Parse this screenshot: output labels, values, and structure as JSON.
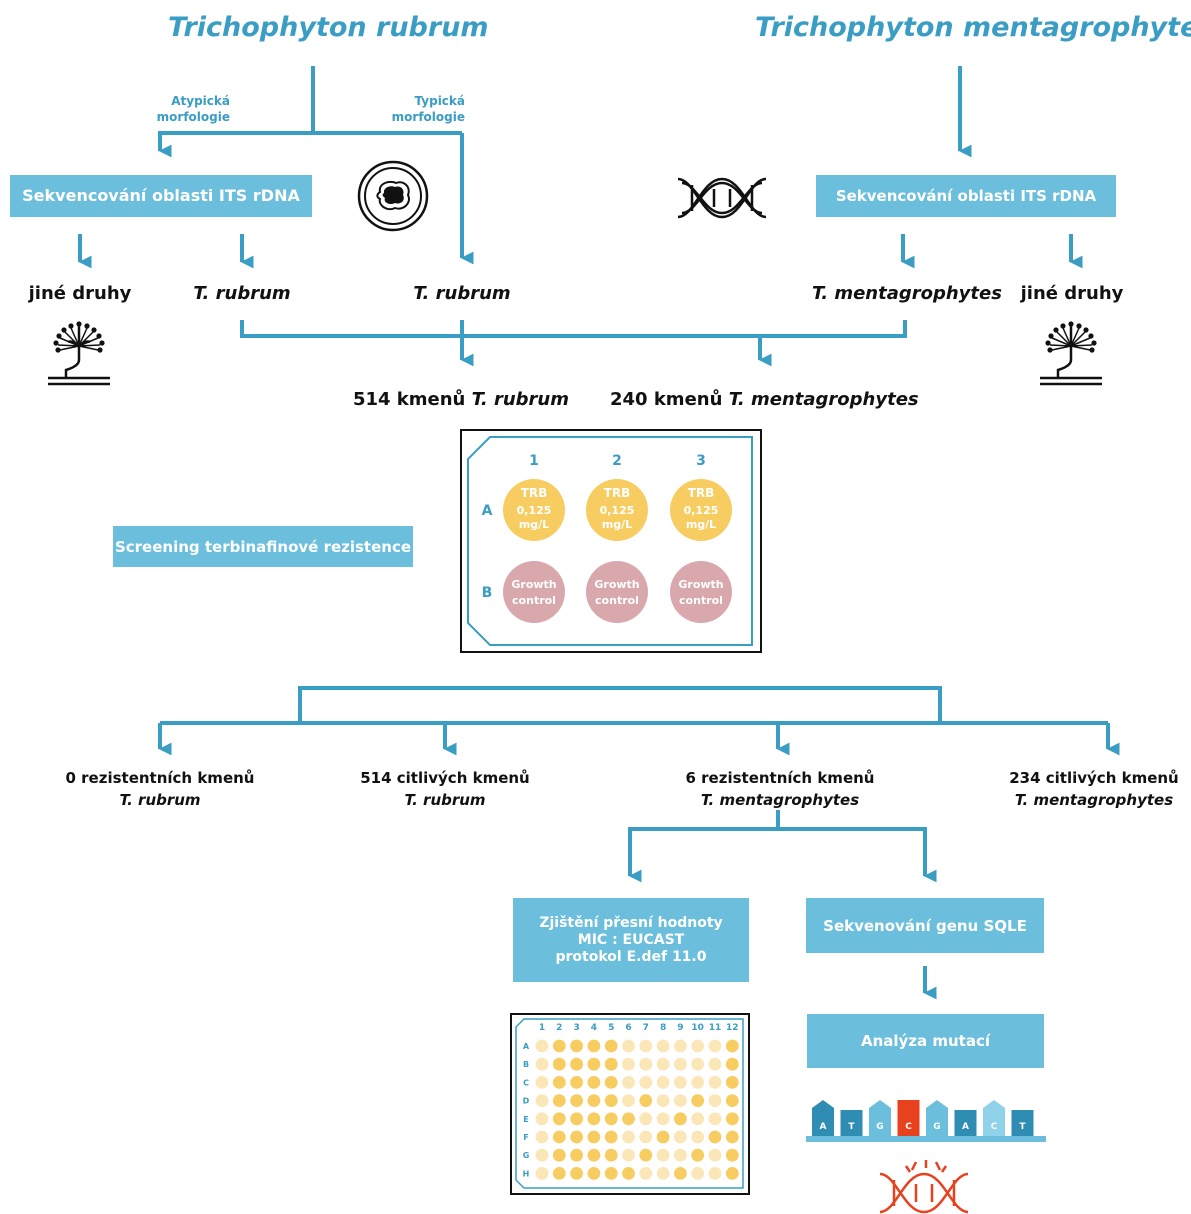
{
  "species": {
    "left": "Trichophyton rubrum",
    "right": "Trichophyton mentagrophytes"
  },
  "branch_labels": {
    "atypical": [
      "Atypická",
      "morfologie"
    ],
    "typical": [
      "Typická",
      "morfologie"
    ]
  },
  "boxes": {
    "its_left": "Sekvencování oblasti ITS rDNA",
    "its_right": "Sekvencování oblasti ITS rDNA",
    "screening": "Screening terbinafinové rezistence",
    "mic": [
      "Zjištění přesní hodnoty",
      "MIC : EUCAST",
      "protokol E.def 11.0"
    ],
    "sqle": "Sekvenování genu SQLE",
    "mutations": "Analýza mutací"
  },
  "identification": {
    "other_left": "jiné druhy",
    "rubrum_1": "T. rubrum",
    "rubrum_2": "T. rubrum",
    "menta": "T. mentagrophytes",
    "other_right": "jiné druhy"
  },
  "strain_counts": {
    "rubrum_prefix": "514 kmenů",
    "rubrum_species": "T. rubrum",
    "menta_prefix": "240 kmenů",
    "menta_species": "T. mentagrophytes"
  },
  "plate": {
    "columns": [
      "1",
      "2",
      "3"
    ],
    "rows": [
      "A",
      "B"
    ],
    "row_a_well": [
      "TRB",
      "0,125",
      "mg/L"
    ],
    "row_b_well": [
      "Growth",
      "control"
    ]
  },
  "results": {
    "r0_count": "0 rezistentních kmenů",
    "r0_species": "T. rubrum",
    "s514_count": "514 citlivých kmenů",
    "s514_species": "T. rubrum",
    "r6_count": "6 rezistentních kmenů",
    "r6_species": "T. mentagrophytes",
    "s234_count": "234 citlivých kmenů",
    "s234_species": "T. mentagrophytes"
  },
  "mic_plate": {
    "columns": [
      "1",
      "2",
      "3",
      "4",
      "5",
      "6",
      "7",
      "8",
      "9",
      "10",
      "11",
      "12"
    ],
    "rows": [
      "A",
      "B",
      "C",
      "D",
      "E",
      "F",
      "G",
      "H"
    ]
  },
  "sequence": {
    "bases": [
      "A",
      "T",
      "G",
      "C",
      "G",
      "A",
      "C",
      "T"
    ],
    "mutated_index": 3
  },
  "colors": {
    "accent": "#3a9dc4",
    "box": "#6cbfdc",
    "well_yellow": "#f7cd62",
    "well_pale": "#fbe6b8",
    "well_pink": "#d9a8ac",
    "mutation_red": "#e8411e"
  },
  "icons": [
    "colony-icon",
    "dna-icon",
    "conidiophore-icon",
    "dna-mutation-icon"
  ]
}
